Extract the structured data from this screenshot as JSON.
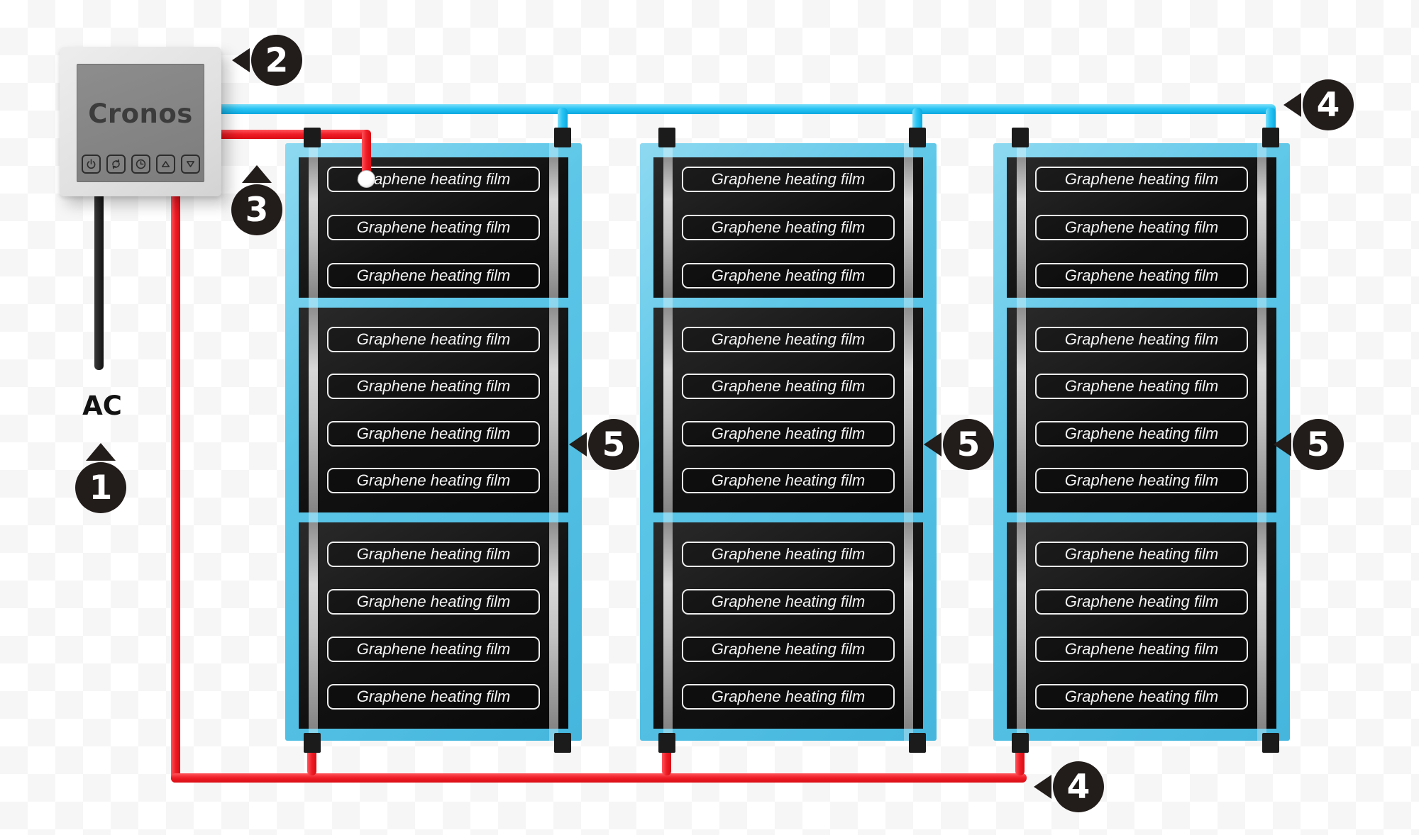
{
  "thermostat": {
    "brand": "Cronos",
    "buttons": [
      {
        "icon": "power-icon"
      },
      {
        "icon": "sync-icon"
      },
      {
        "icon": "clock-icon"
      },
      {
        "icon": "arrow-up-icon"
      },
      {
        "icon": "arrow-down-icon"
      }
    ]
  },
  "labels": {
    "ac": "AC",
    "film": "Graphene heating film"
  },
  "markers": {
    "m1": "1",
    "m2": "2",
    "m3": "3",
    "m4": "4",
    "m5": "5"
  },
  "panels": {
    "count": 3,
    "lefts": [
      402,
      902,
      1400
    ],
    "sections": [
      3,
      4,
      4
    ],
    "films_per_panel": 11
  },
  "colors": {
    "mat_blue": "#55c0e4",
    "wire_blue": "#24c2f2",
    "wire_red": "#ed1c24",
    "wire_black": "#1a1a1a",
    "marker_bg": "#221c1a",
    "film_black": "#141414"
  }
}
